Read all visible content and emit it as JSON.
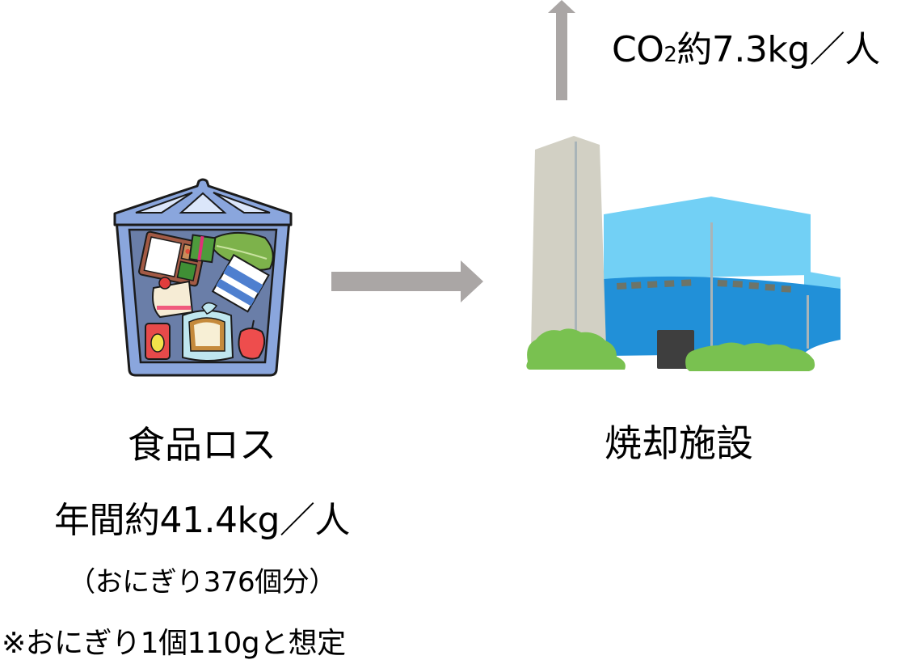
{
  "diagram": {
    "co2_label": {
      "prefix": "CO",
      "subscript": "2",
      "suffix": "約7.3kg／人"
    },
    "food_loss": {
      "title": "食品ロス",
      "amount": "年間約41.4kg／人",
      "equivalent": "（おにぎり376個分）",
      "note": "※おにぎり1個110gと想定",
      "icon": "trash-can-with-food-icon"
    },
    "incineration": {
      "title": "焼却施設",
      "icon": "incineration-facility-icon"
    },
    "arrows": {
      "right": "arrow-right-icon",
      "up": "arrow-up-icon"
    },
    "colors": {
      "arrow": "#aaa6a5",
      "bin_frame": "#8aa6dd",
      "bin_inner": "#6a7ea8",
      "building_light": "#72d0f5",
      "building_dark": "#2190d8",
      "chimney": "#d2d0c4",
      "bush": "#79c150",
      "door": "#3e3e3e"
    }
  }
}
